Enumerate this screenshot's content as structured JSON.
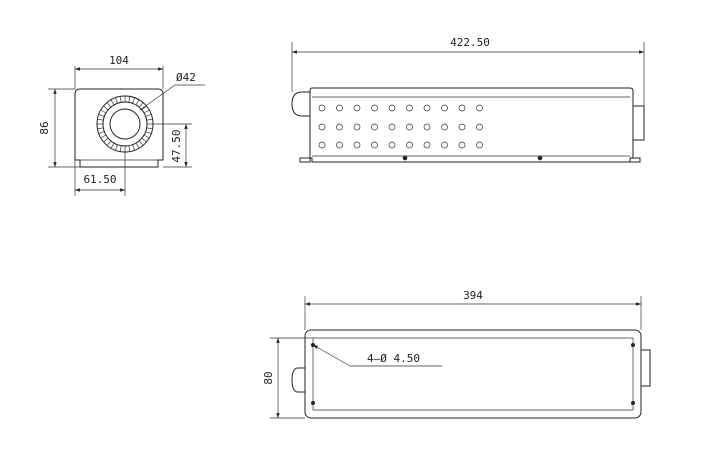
{
  "drawing": {
    "end_view": {
      "width_label": "104",
      "height_label": "86",
      "diameter_label": "Ø42",
      "center_height_label": "47.50",
      "center_offset_label": "61.50"
    },
    "side_view": {
      "length_label": "422.50"
    },
    "top_view": {
      "length_label": "394",
      "width_label": "80",
      "holes_label": "4—Ø 4.50"
    }
  }
}
